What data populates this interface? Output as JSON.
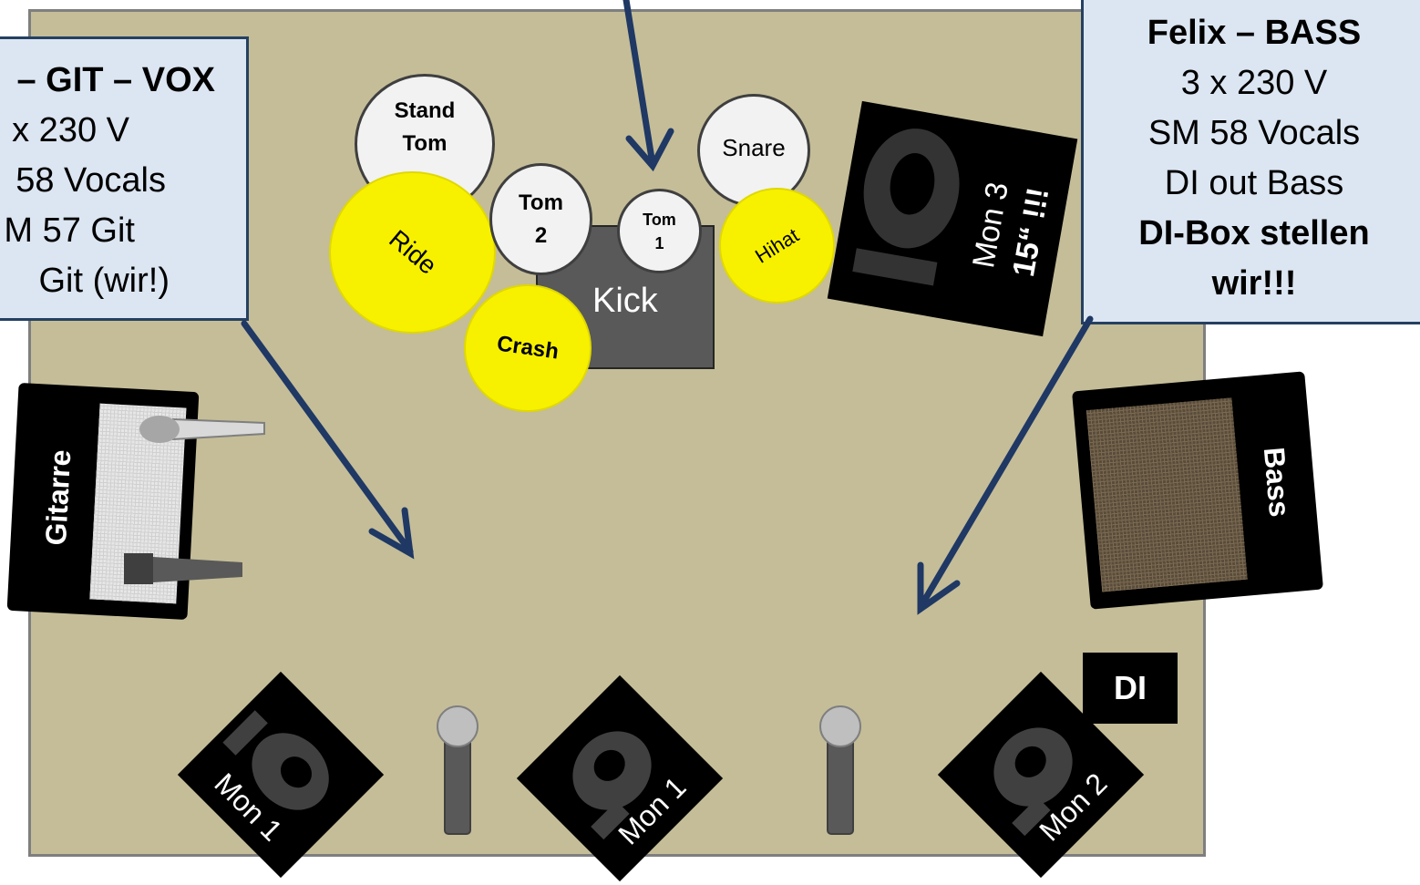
{
  "callout_left": {
    "lines": [
      "– GIT – VOX",
      "x 230 V",
      "58 Vocals",
      "M 57 Git",
      "Git (wir!)"
    ]
  },
  "callout_right": {
    "lines": [
      "Felix – BASS",
      "3 x 230 V",
      "SM 58 Vocals",
      "DI out Bass",
      "DI-Box stellen",
      "wir!!!"
    ]
  },
  "drums": {
    "stand_tom": "Stand Tom",
    "stand_tom_1": "Stand",
    "stand_tom_2": "Tom",
    "snare": "Snare",
    "tom2_1": "Tom",
    "tom2_2": "2",
    "tom1_1": "Tom",
    "tom1_2": "1",
    "ride": "Ride",
    "hihat": "Hihat",
    "crash": "Crash",
    "kick": "Kick"
  },
  "monitors": {
    "mon3_1": "Mon 3",
    "mon3_2": "15“ !!!",
    "mon1_left": "Mon 1",
    "mon1_center": "Mon 1",
    "mon2": "Mon 2"
  },
  "amps": {
    "guitar": "Gitarre",
    "bass": "Bass"
  },
  "di": "DI",
  "colors": {
    "stage": "#c4bd98",
    "callout_bg": "#dce6f2",
    "arrow": "#1f3864",
    "cymbal": "#f7f100"
  }
}
